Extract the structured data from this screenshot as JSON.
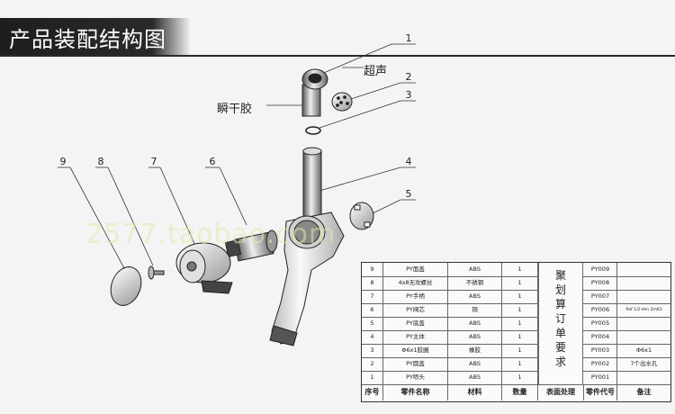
{
  "banner": {
    "title": "产品装配结构图"
  },
  "watermark": "2577.taobao.com",
  "callouts": [
    {
      "num": "1"
    },
    {
      "num": "2"
    },
    {
      "num": "3"
    },
    {
      "num": "4"
    },
    {
      "num": "5"
    },
    {
      "num": "6"
    },
    {
      "num": "7"
    },
    {
      "num": "8"
    },
    {
      "num": "9"
    }
  ],
  "labels": {
    "ultrasonic": "超声",
    "glue": "瞬干胶"
  },
  "bom": {
    "headers": {
      "seq": "序号",
      "name": "零件名称",
      "material": "材料",
      "qty": "数量",
      "surface": "表面处理",
      "code": "零件代号",
      "remark": "备注"
    },
    "merged_note": "聚划算订单要求",
    "rows": [
      {
        "seq": "9",
        "name": "PY面盖",
        "material": "ABS",
        "qty": "1",
        "code": "PY009",
        "remark": ""
      },
      {
        "seq": "8",
        "name": "4x8无攻螺丝",
        "material": "不锈钢",
        "qty": "1",
        "code": "PY008",
        "remark": ""
      },
      {
        "seq": "7",
        "name": "PY手柄",
        "material": "ABS",
        "qty": "1",
        "code": "PY007",
        "remark": ""
      },
      {
        "seq": "6",
        "name": "PY阀芯",
        "material": "铜",
        "qty": "1",
        "code": "PY006",
        "remark": "Ref 1/2-Ven 2mK3"
      },
      {
        "seq": "5",
        "name": "PY底盖",
        "material": "ABS",
        "qty": "1",
        "code": "PY005",
        "remark": ""
      },
      {
        "seq": "4",
        "name": "PY主体",
        "material": "ABS",
        "qty": "1",
        "code": "PY004",
        "remark": ""
      },
      {
        "seq": "3",
        "name": "Φ6x1胶圈",
        "material": "橡胶",
        "qty": "1",
        "code": "PY003",
        "remark": "Φ6x1"
      },
      {
        "seq": "2",
        "name": "PY圆盖",
        "material": "ABS",
        "qty": "1",
        "code": "PY002",
        "remark": "7个出水孔"
      },
      {
        "seq": "1",
        "name": "PY喷头",
        "material": "ABS",
        "qty": "1",
        "code": "PY001",
        "remark": ""
      }
    ]
  }
}
